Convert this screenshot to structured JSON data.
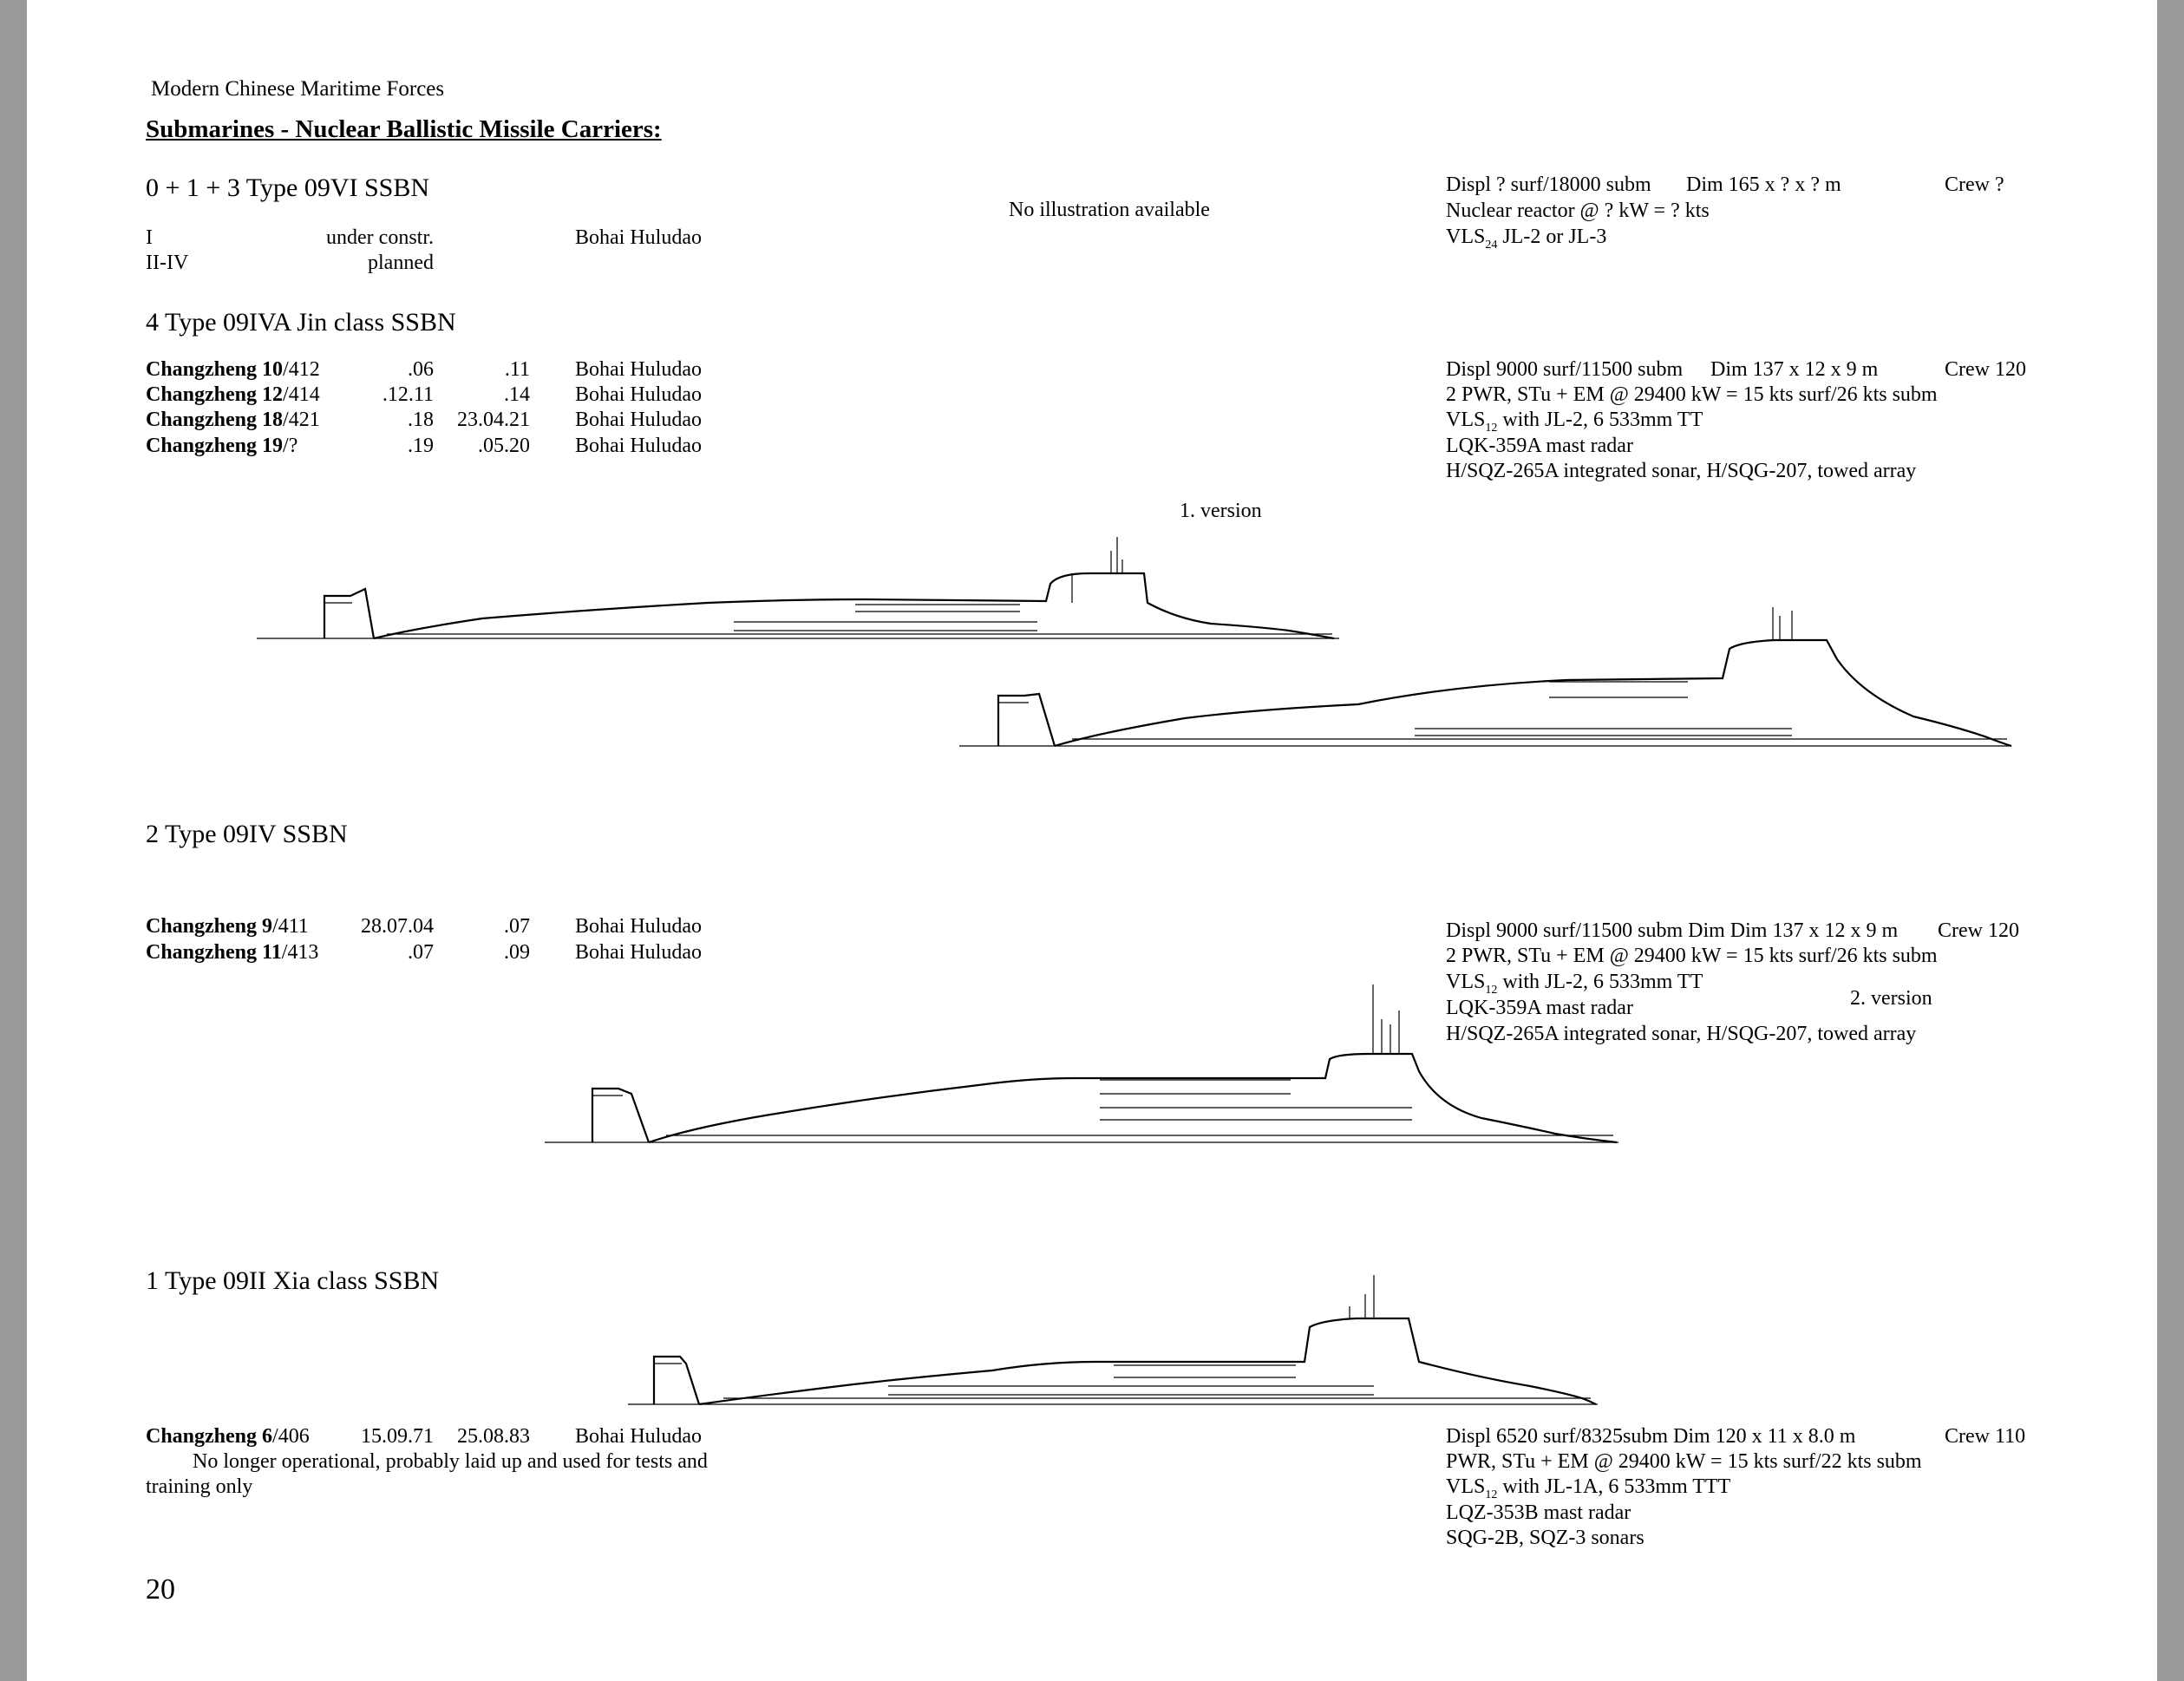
{
  "header": {
    "running_title": "Modern Chinese Maritime Forces",
    "section_title": "Submarines - Nuclear Ballistic Missile Carriers:"
  },
  "page_number": "20",
  "type09vi": {
    "title": "0 + 1 + 3 Type 09VI SSBN",
    "no_illustration": "No illustration available",
    "rows": [
      {
        "name": "I",
        "status": "under constr.",
        "builder": "Bohai Huludao"
      },
      {
        "name": "II-IV",
        "status": "planned",
        "builder": ""
      }
    ],
    "specs": {
      "line1": "Displ ? surf/18000 subm",
      "dim": "Dim 165 x ? x ? m",
      "crew": "Crew ?",
      "line2": "Nuclear reactor @ ? kW = ? kts",
      "vls_prefix": "VLS",
      "vls_sub": "24",
      "vls_rest": " JL-2 or JL-3"
    }
  },
  "type09iva": {
    "title": "4 Type 09IVA Jin class SSBN",
    "version_label": "1. version",
    "rows": [
      {
        "name": "Changzheng 10",
        "pennant": "/412",
        "laid": ".06",
        "comm": ".11",
        "builder": "Bohai Huludao"
      },
      {
        "name": "Changzheng 12",
        "pennant": "/414",
        "laid": ".12.11",
        "comm": ".14",
        "builder": "Bohai Huludao"
      },
      {
        "name": "Changzheng 18",
        "pennant": "/421",
        "laid": ".18",
        "comm": "23.04.21",
        "builder": "Bohai Huludao"
      },
      {
        "name": "Changzheng 19",
        "pennant": "/?",
        "laid": ".19",
        "comm": ".05.20",
        "builder": "Bohai Huludao"
      }
    ],
    "specs": {
      "line1": "Displ 9000 surf/11500 subm",
      "dim": "Dim 137 x 12 x 9 m",
      "crew": "Crew 120",
      "line2": "2 PWR, STu + EM @ 29400 kW = 15 kts surf/26 kts subm",
      "vls_prefix": "VLS",
      "vls_sub": "12",
      "vls_rest": " with JL-2, 6 533mm TT",
      "line4": "LQK-359A mast radar",
      "line5": "H/SQZ-265A integrated sonar, H/SQG-207, towed array"
    }
  },
  "type09iv": {
    "title": "2 Type 09IV SSBN",
    "version_label": "2. version",
    "rows": [
      {
        "name": "Changzheng 9",
        "pennant": "/411",
        "laid": "28.07.04",
        "comm": ".07",
        "builder": "Bohai Huludao"
      },
      {
        "name": "Changzheng 11",
        "pennant": "/413",
        "laid": ".07",
        "comm": ".09",
        "builder": "Bohai Huludao"
      }
    ],
    "specs": {
      "line1": "Displ 9000 surf/11500 subm  Dim Dim 137 x 12 x 9 m",
      "crew": "Crew 120",
      "line2": "2 PWR, STu + EM @ 29400 kW = 15 kts surf/26 kts subm",
      "vls_prefix": "VLS",
      "vls_sub": "12",
      "vls_rest": " with JL-2, 6 533mm TT",
      "line4": "LQK-359A mast radar",
      "line5": "H/SQZ-265A integrated sonar, H/SQG-207, towed array"
    }
  },
  "type09ii": {
    "title": "1 Type 09II Xia class SSBN",
    "rows": [
      {
        "name": "Changzheng 6",
        "pennant": "/406",
        "laid": "15.09.71",
        "comm": "25.08.83",
        "builder": "Bohai Huludao"
      }
    ],
    "note_line1": "No longer operational, probably laid up and used for tests and",
    "note_line2": "training only",
    "specs": {
      "line1": "Displ 6520 surf/8325subm  Dim 120 x 11 x 8.0 m",
      "crew": "Crew 110",
      "line2": "PWR, STu + EM @ 29400 kW = 15 kts surf/22 kts subm",
      "vls_prefix": "VLS",
      "vls_sub": "12",
      "vls_rest": " with JL-1A, 6 533mm TTT",
      "line4": "LQZ-353B mast radar",
      "line5": "SQG-2B, SQZ-3 sonars"
    }
  }
}
